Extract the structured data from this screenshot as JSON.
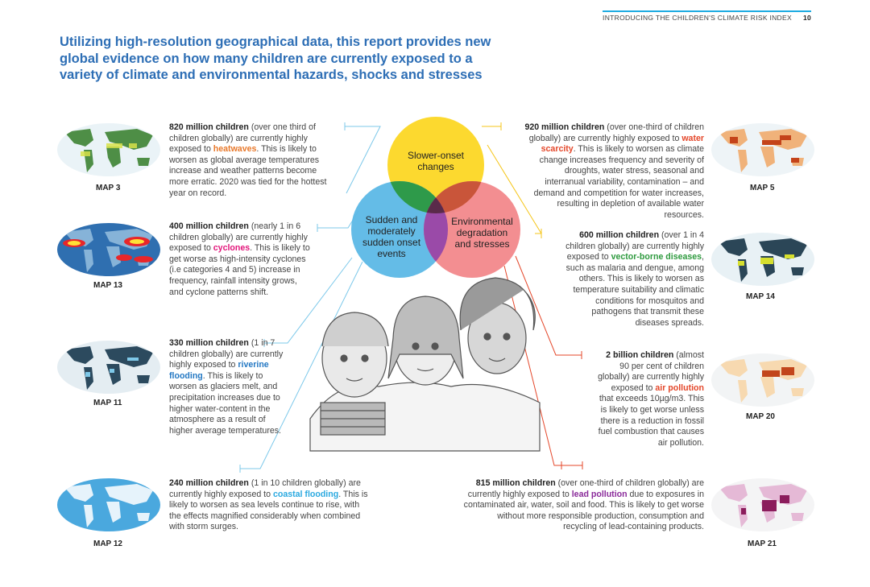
{
  "header": {
    "section": "INTRODUCING THE CHILDREN'S CLIMATE RISK INDEX",
    "page": "10"
  },
  "title": "Utilizing high-resolution geographical data, this report provides new global evidence on how many children are currently exposed to a variety of climate and environmental hazards, shocks and stresses",
  "venn": {
    "top": "Slower-onset changes",
    "left": "Sudden and moderately sudden onset events",
    "right": "Environmental degradation and stresses"
  },
  "colors": {
    "accent": "#2d6eb5",
    "heat": "#e8782a",
    "cyclone": "#e2157a",
    "riverine": "#2478c3",
    "coastal": "#2aa9e0",
    "vector": "#2e9a3e",
    "air": "#e4472a",
    "lead": "#8a2a9a"
  },
  "left": [
    {
      "map": "MAP 3",
      "lead": "820 million children",
      "rest1": " (over one third of children globally) are currently highly exposed to ",
      "hazard": "heatwaves",
      "rest2": ". This is likely to worsen as global average temperatures increase and weather patterns become more erratic. 2020 was tied for the hottest year on record."
    },
    {
      "map": "MAP 13",
      "lead": "400 million children",
      "rest1": " (nearly 1 in 6 children globally) are currently highly exposed to ",
      "hazard": "cyclones",
      "rest2": ". This is likely to get worse as high-intensity cyclones (i.e categories 4 and 5) increase in frequency, rainfall intensity grows, and cyclone patterns shift."
    },
    {
      "map": "MAP 11",
      "lead": "330 million children",
      "rest1": " (1 in 7 children globally) are currently highly exposed to ",
      "hazard": "riverine flooding",
      "rest2": ". This is likely to worsen as glaciers melt, and precipitation increases due to higher water-content in the atmosphere as a result of higher average temperatures."
    },
    {
      "map": "MAP 12",
      "lead": "240 million children",
      "rest1": " (1 in 10 children globally) are currently highly exposed to ",
      "hazard": "coastal flooding",
      "rest2": ". This is likely to worsen as sea levels continue to rise, with the effects magnified considerably when combined with storm surges."
    }
  ],
  "right": [
    {
      "map": "MAP 5",
      "lead": "920 million children",
      "rest1": " (over one-third of children globally) are currently highly exposed to ",
      "hazard": "water scarcity",
      "rest2": ". This is likely to worsen as climate change increases frequency and severity of droughts, water stress, seasonal and interranual variability, contamination – and demand and competition for water increases, resulting in depletion of available water resources."
    },
    {
      "map": "MAP 14",
      "lead": "600 million children",
      "rest1": " (over 1 in 4 children globally) are currently highly exposed to ",
      "hazard": "vector-borne diseases",
      "rest2": ", such as malaria and dengue, among others. This is likely to worsen as temperature suitability and climatic conditions for mosquitos and pathogens that transmit these diseases spreads."
    },
    {
      "map": "MAP 20",
      "lead": "2 billion children",
      "rest1": " (almost 90 per cent of children globally) are currently highly exposed to ",
      "hazard": "air pollution",
      "rest2": " that exceeds 10µg/m3. This is likely to get worse unless there is a reduction in fossil fuel combustion that causes air pollution."
    },
    {
      "map": "MAP 21",
      "lead": "815 million children",
      "rest1": " (over one-third of children globally) are currently highly exposed to ",
      "hazard": "lead pollution",
      "rest2": " due to exposures in contaminated air, water, soil and food. This is likely to get worse without more responsible production, consumption and recycling of lead-containing products."
    }
  ]
}
